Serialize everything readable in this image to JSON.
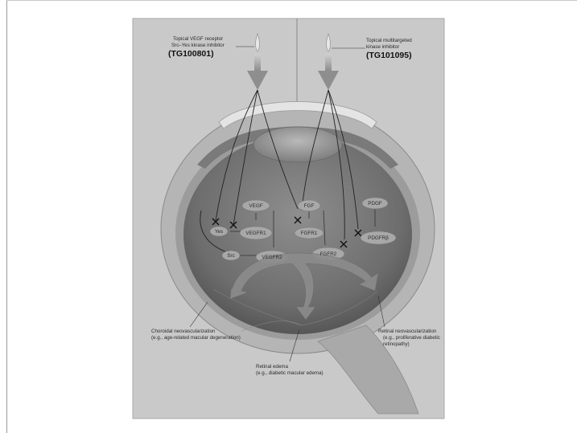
{
  "left_drug": {
    "line1": "Topical VEGF receptor",
    "line2": "Src–Yes kinase inhibitor",
    "code": "(TG100801)"
  },
  "right_drug": {
    "line1": "Topical multitargeted",
    "line2": "kinase inhibitor",
    "code": "(TG101095)"
  },
  "molecules": {
    "vegf": "VEGF",
    "fgf": "FGF",
    "pdgf": "PDGF",
    "yes": "Yes",
    "vegfr1": "VEGFR1",
    "fgfr1": "FGFR1",
    "pdgfrb": "PDGFRβ",
    "src": "Src",
    "vegfr2": "VEGFR2",
    "fgfr2": "FGFR2"
  },
  "outcomes": {
    "choroidal": {
      "line1": "Choroidal neovascularization",
      "line2": "(e.g., age-related macular degeneration)"
    },
    "retinal_neo": {
      "line1": "Retinal neovascularization",
      "line2": "(e.g., proliferative diabetic",
      "line3": "retinopathy)"
    },
    "edema": {
      "line1": "Retinal edema",
      "line2": "(e.g., diabetic macular edema)"
    }
  },
  "colors": {
    "panel": "#c9c9c9",
    "eye_dark": "#6a6a6a",
    "oval": "#a8a8a8",
    "arrow": "#8c8c8c"
  }
}
